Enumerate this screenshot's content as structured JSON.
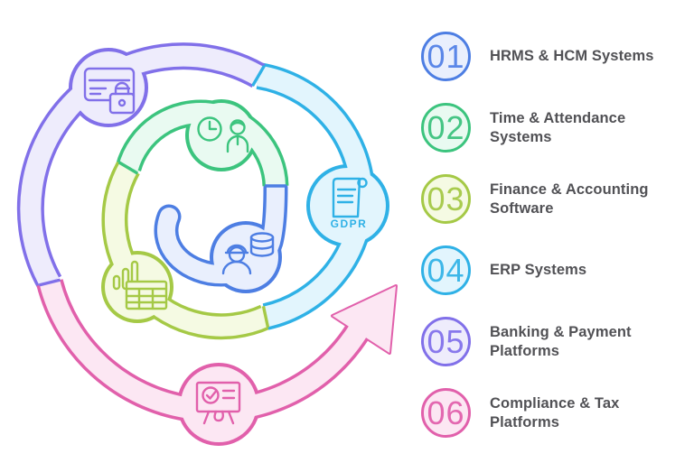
{
  "diagram": {
    "gdpr_label": "GDPR",
    "segments": [
      {
        "id": "hrms",
        "color": "#4d7ee3",
        "fill": "#e9effd",
        "icon": "person-coins-icon"
      },
      {
        "id": "time",
        "color": "#3cc47e",
        "fill": "#e9faf1",
        "icon": "clock-person-icon"
      },
      {
        "id": "finance",
        "color": "#a5c946",
        "fill": "#f5fae3",
        "icon": "chart-spreadsheet-icon"
      },
      {
        "id": "erp",
        "color": "#2fb1e6",
        "fill": "#e2f5fd",
        "icon": "gdpr-scroll-icon"
      },
      {
        "id": "banking",
        "color": "#8170e9",
        "fill": "#eeecfc",
        "icon": "card-lock-icon"
      },
      {
        "id": "compliance",
        "color": "#e160ab",
        "fill": "#fce7f3",
        "icon": "check-board-icon"
      }
    ]
  },
  "list": {
    "text_color": "#515155",
    "items": [
      {
        "number": "01",
        "lines": [
          "HRMS & HCM Systems"
        ],
        "border": "#4d7ee3",
        "fill": "#e9effd",
        "number_color": "#5b87e8"
      },
      {
        "number": "02",
        "lines": [
          "Time & Attendance",
          "Systems"
        ],
        "border": "#3cc47e",
        "fill": "#e9faf1",
        "number_color": "#46c584"
      },
      {
        "number": "03",
        "lines": [
          "Finance & Accounting",
          "Software"
        ],
        "border": "#a5c946",
        "fill": "#f5fae3",
        "number_color": "#a9cb4f"
      },
      {
        "number": "04",
        "lines": [
          "ERP Systems"
        ],
        "border": "#2fb1e6",
        "fill": "#e2f5fd",
        "number_color": "#3db7e8"
      },
      {
        "number": "05",
        "lines": [
          "Banking & Payment",
          "Platforms"
        ],
        "border": "#8170e9",
        "fill": "#eeecfc",
        "number_color": "#8878ec"
      },
      {
        "number": "06",
        "lines": [
          "Compliance & Tax",
          "Platforms"
        ],
        "border": "#e160ab",
        "fill": "#fce7f3",
        "number_color": "#e368b0"
      }
    ]
  }
}
